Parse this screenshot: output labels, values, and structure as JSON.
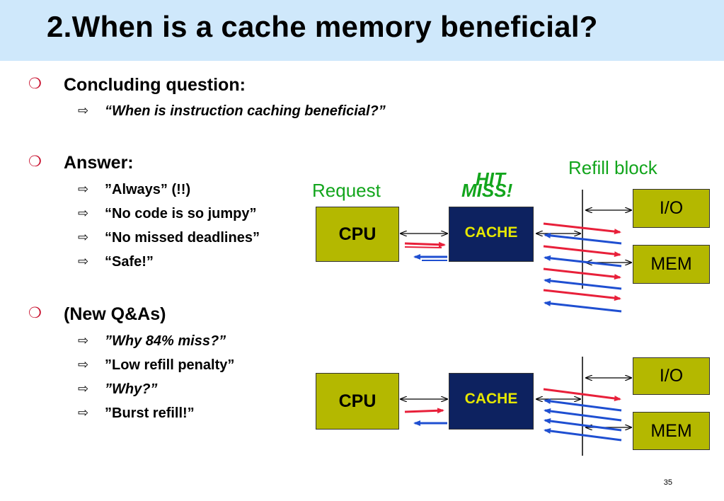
{
  "slide": {
    "title": "2.When is a cache memory beneficial?",
    "page_number": "35"
  },
  "sections": [
    {
      "heading": "Concluding question:",
      "items": [
        {
          "text": "“When is instruction caching beneficial?”",
          "italic": true
        }
      ]
    },
    {
      "heading": "Answer:",
      "items": [
        {
          "text": "”Always” (!!)",
          "italic": false
        },
        {
          "text": "“No code is so jumpy”",
          "italic": false
        },
        {
          "text": "“No missed deadlines”",
          "italic": false
        },
        {
          "text": "“Safe!”",
          "italic": false
        }
      ]
    },
    {
      "heading": "(New Q&As)",
      "items": [
        {
          "text": "”Why 84% miss?”",
          "italic": true
        },
        {
          "text": "”Low refill penalty”",
          "italic": false
        },
        {
          "text": "”Why?”",
          "italic": true
        },
        {
          "text": "”Burst refill!”",
          "italic": false
        }
      ]
    }
  ],
  "icons": {
    "level1_bullet": "circle-bullet-icon",
    "level2_bullet": "hollow-arrow-bullet-icon"
  },
  "diagram": {
    "request_label": "Request",
    "hit_label": "HIT",
    "miss_label": "MISS!",
    "refill_label": "Refill block",
    "top": {
      "cpu": "CPU",
      "cache": "CACHE",
      "io": "I/O",
      "mem": "MEM"
    },
    "bottom": {
      "cpu": "CPU",
      "cache": "CACHE",
      "io": "I/O",
      "mem": "MEM"
    }
  },
  "colors": {
    "title_bar": "#cfe8fb",
    "bullet_red": "#c8102e",
    "label_green": "#12a51c",
    "cpu_box": "#b4b800",
    "cache_box": "#0d2260",
    "cache_text": "#e6e800",
    "arrow_red": "#e8203a",
    "arrow_blue": "#1f4fd1"
  }
}
